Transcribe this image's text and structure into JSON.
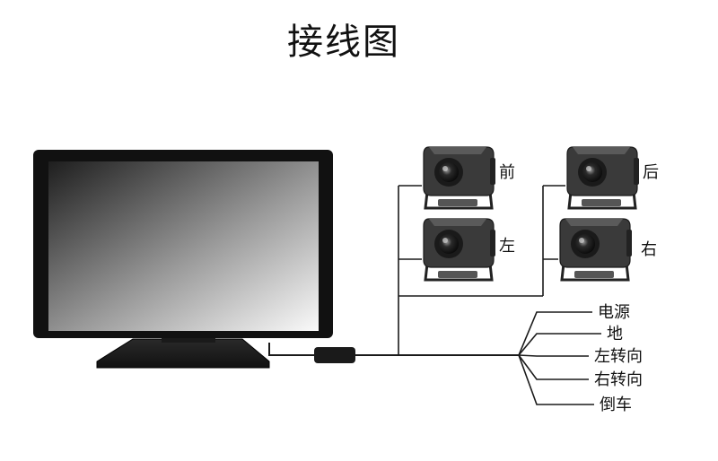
{
  "title": "接线图",
  "colors": {
    "wire": "#1a1a1a",
    "monitor_bezel": "#111111",
    "camera_body": "#3a3a3a",
    "text": "#111111"
  },
  "cameras": [
    {
      "id": "front",
      "label": "前"
    },
    {
      "id": "left",
      "label": "左"
    },
    {
      "id": "rear",
      "label": "后"
    },
    {
      "id": "right",
      "label": "右"
    }
  ],
  "wires": [
    {
      "id": "power",
      "label": "电源"
    },
    {
      "id": "ground",
      "label": "地"
    },
    {
      "id": "left-turn",
      "label": "左转向"
    },
    {
      "id": "right-turn",
      "label": "右转向"
    },
    {
      "id": "reverse",
      "label": "倒车"
    }
  ]
}
